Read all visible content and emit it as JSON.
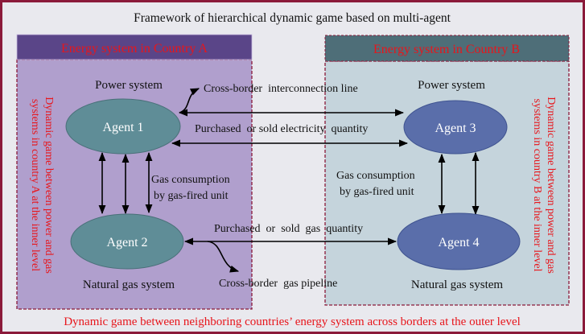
{
  "title": "Framework of hierarchical dynamic game based on multi-agent",
  "outer_caption": "Dynamic game between neighboring countries’ energy system across borders at the outer level",
  "colors": {
    "frame": "#8b1a3a",
    "background": "#e9e9ee",
    "country_a_header": "#5a4588",
    "country_a_body": "#b09fcd",
    "country_b_header": "#4e6e78",
    "country_b_body": "#c5d4dc",
    "agent_a_fill": "#5f8d97",
    "agent_b_fill": "#5a6eaa",
    "red_text": "#e8151b"
  },
  "country_a": {
    "header": "Energy system in Country A",
    "side_label_line1": "Dynamic game between power and gas",
    "side_label_line2": "systems in country A at the inner level",
    "power_label": "Power system",
    "gas_label": "Natural gas system",
    "gas_consumption_line1": "Gas consumption",
    "gas_consumption_line2": "by gas-fired unit"
  },
  "country_b": {
    "header": "Energy system in Country B",
    "side_label_line1": "Dynamic game between power and gas",
    "side_label_line2": "systems in country B at the inner level",
    "power_label": "Power system",
    "gas_label": "Natural gas system",
    "gas_consumption_line1": "Gas consumption",
    "gas_consumption_line2": "by gas-fired unit"
  },
  "agents": {
    "agent1": "Agent 1",
    "agent2": "Agent 2",
    "agent3": "Agent 3",
    "agent4": "Agent 4"
  },
  "links": {
    "interconnection": "Cross-border  interconnection line",
    "electricity": "Purchased  or sold electricity  quantity",
    "gas_quantity": "Purchased  or  sold  gas  quantity",
    "pipeline": "Cross-border  gas pipeline"
  }
}
